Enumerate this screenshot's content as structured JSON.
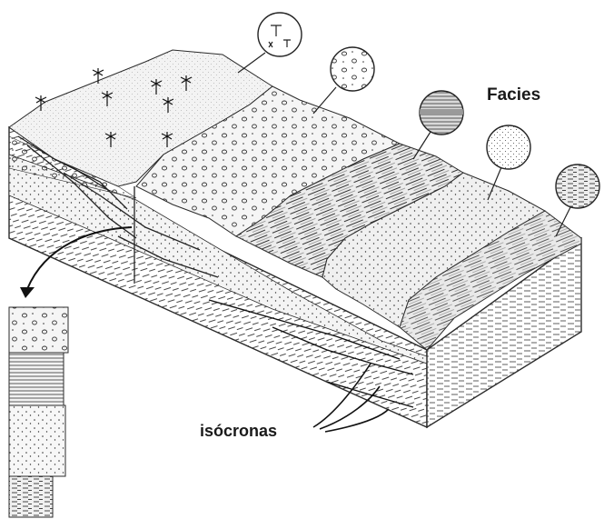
{
  "labels": {
    "facies": "Facies",
    "isocronas": "isócronas"
  },
  "colors": {
    "ink": "#2b2b2b",
    "light_fill": "#efefef",
    "mid_fill": "#dedede",
    "dark_fill": "#c8c8c8",
    "background": "#ffffff"
  },
  "facies_circles": [
    {
      "pattern": "tidal-flat-symbols"
    },
    {
      "pattern": "conglomerate"
    },
    {
      "pattern": "laminated-shale"
    },
    {
      "pattern": "sand"
    },
    {
      "pattern": "mud"
    }
  ],
  "palm_count": 8
}
